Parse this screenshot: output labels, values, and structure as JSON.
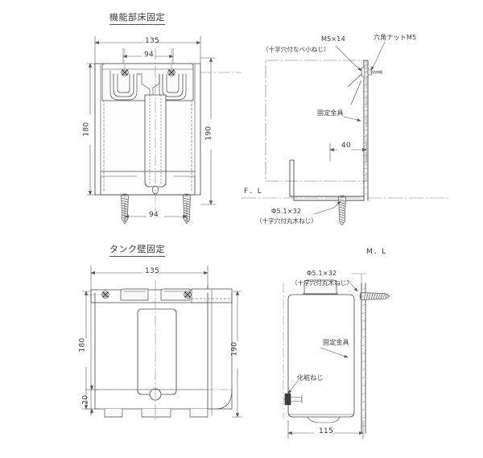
{
  "drawing": {
    "sheet_title": "",
    "background": "#ffffff",
    "line_color": "#4a4a4a",
    "text_color": "#3a3a3a"
  },
  "views": {
    "top": {
      "title": "機能部床固定",
      "front_view": {
        "dim_overall_width": "135",
        "dim_hole_pitch": "94",
        "dim_height_left": "180",
        "dim_height_right": "190",
        "dim_screw_pitch_bottom": "94"
      },
      "side_view": {
        "callout_screw": "M5×14",
        "callout_screw_sub": "（十字穴付なべ小ねじ）",
        "callout_nut": "六角ナットM5",
        "callout_bracket": "固定金具",
        "dim_depth": "40",
        "floor_line_label": "F．L",
        "callout_woodscrew": "Φ5.1×32",
        "callout_woodscrew_sub": "（十字穴付丸木ねじ）"
      }
    },
    "bottom": {
      "title": "タンク壁固定",
      "front_view": {
        "dim_overall_width": "135",
        "dim_height_left": "180",
        "dim_height_right": "190",
        "dim_bottom_offset": "20"
      },
      "side_view": {
        "wall_line_label": "M．L",
        "callout_woodscrew": "Φ5.1×32",
        "callout_woodscrew_sub": "（十字穴付丸木ねじ）",
        "callout_bracket": "固定金具",
        "callout_thumbscrew": "化粧ねじ",
        "dim_depth": "115"
      }
    }
  }
}
